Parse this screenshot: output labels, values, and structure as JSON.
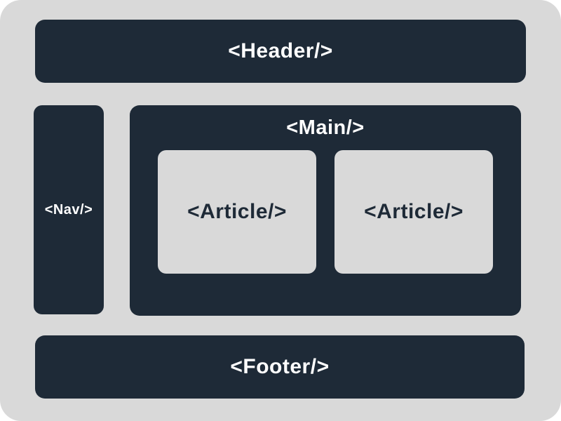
{
  "diagram": {
    "colors": {
      "page_bg": "#ffffff",
      "canvas_fill": "#d9d9d9",
      "block_fill": "#1e2a37",
      "block_text": "#ffffff",
      "article_fill": "#d9d9d9",
      "article_text": "#1e2a37"
    },
    "blocks": {
      "header": {
        "label": "<Header/>"
      },
      "nav": {
        "label": "<Nav/>"
      },
      "main": {
        "label": "<Main/>"
      },
      "articles": [
        {
          "label": "<Article/>"
        },
        {
          "label": "<Article/>"
        }
      ],
      "footer": {
        "label": "<Footer/>"
      }
    }
  }
}
